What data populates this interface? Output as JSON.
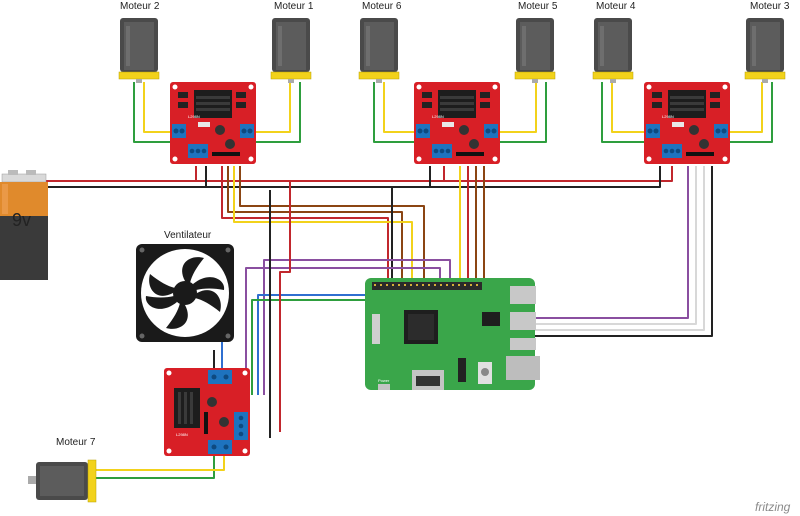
{
  "motors": {
    "m2": "Moteur 2",
    "m1": "Moteur 1",
    "m6": "Moteur 6",
    "m5": "Moteur 5",
    "m4": "Moteur 4",
    "m3": "Moteur 3",
    "m7": "Moteur 7"
  },
  "battery": {
    "voltage": "9v"
  },
  "fan": {
    "label": "Ventilateur"
  },
  "driver": {
    "chip": "L298N"
  },
  "pi": {
    "power": "Power"
  },
  "watermark": "fritzing",
  "colors": {
    "red_wire": "#c1272d",
    "black_wire": "#222222",
    "brown_wire": "#8b4513",
    "yellow_wire": "#f2d21b",
    "green_wire": "#2e9e3e",
    "blue_wire": "#2f6fd0",
    "purple_wire": "#8a4fa0",
    "white_wire": "#d8d8d8",
    "driver_board": "#d81f26",
    "pi_board": "#3aa64a"
  }
}
